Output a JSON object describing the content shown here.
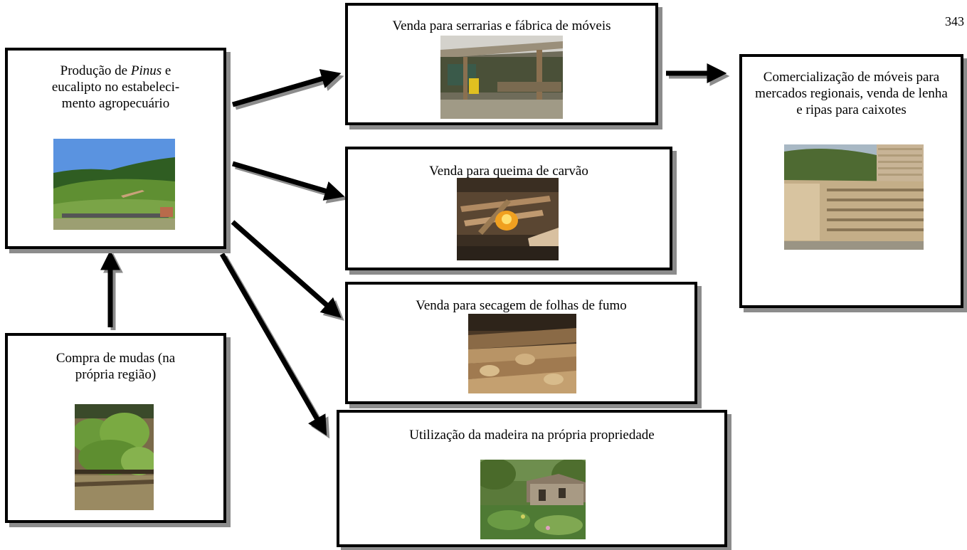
{
  "page_number": "343",
  "nodes": {
    "producao": {
      "text_before": "Produção de ",
      "text_italic": "Pinus",
      "text_after": " e eucalipto no estabeleci-mento agropecuário",
      "photo": "forest-hillside-photo"
    },
    "compra": {
      "text": "Compra de mudas (na própria região)",
      "photo": "seedlings-photo"
    },
    "serrarias": {
      "text": "Venda para serrarias e fábrica de móveis",
      "photo": "sawmill-shed-photo"
    },
    "carvao": {
      "text": "Venda para queima de carvão",
      "photo": "charcoal-fire-photo"
    },
    "fumo": {
      "text": "Venda para secagem de folhas de fumo",
      "photo": "firewood-pile-photo"
    },
    "propriedade": {
      "text": "Utilização da madeira na própria propriedade",
      "photo": "wooden-house-photo"
    },
    "comercializacao": {
      "text": "Comercialização de móveis para mercados regionais, venda de lenha e ripas para caixotes",
      "photo": "lumber-stacks-photo"
    }
  },
  "edges": [
    {
      "from": "compra",
      "to": "producao"
    },
    {
      "from": "producao",
      "to": "serrarias"
    },
    {
      "from": "producao",
      "to": "carvao"
    },
    {
      "from": "producao",
      "to": "fumo"
    },
    {
      "from": "producao",
      "to": "propriedade"
    },
    {
      "from": "serrarias",
      "to": "comercializacao"
    }
  ]
}
